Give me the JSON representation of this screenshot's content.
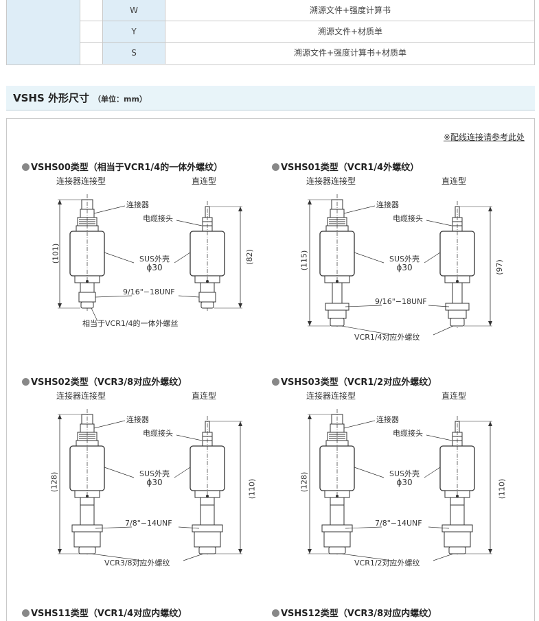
{
  "top_table": {
    "rows": [
      {
        "code": "W",
        "desc": "溯源文件+强度计算书"
      },
      {
        "code": "Y",
        "desc": "溯源文件+材质单"
      },
      {
        "code": "S",
        "desc": "溯源文件+强度计算书+材质单"
      }
    ]
  },
  "section": {
    "title": "VSHS 外形尺寸",
    "unit": "（单位：mm）"
  },
  "ref_link": "※配线连接请参考此处",
  "common": {
    "connector_type": "连接器连接型",
    "direct_type": "直连型",
    "label_connector": "连接器",
    "label_cable": "电缆接头",
    "label_shell": "SUS外壳",
    "label_dia": "ϕ30"
  },
  "blocks": [
    {
      "title": "VSHS00类型（相当于VCR1/4的一体外螺纹）",
      "thread": "9/16\"−18UNF",
      "bottom_label": "相当于VCR1/4的一体外螺丝",
      "dim_left": "(101)",
      "dim_right": "(82)"
    },
    {
      "title": "VSHS01类型（VCR1/4外螺纹）",
      "thread": "9/16\"−18UNF",
      "bottom_label": "VCR1/4对应外螺纹",
      "dim_left": "(115)",
      "dim_right": "(97)"
    },
    {
      "title": "VSHS02类型（VCR3/8对应外螺纹）",
      "thread": "7/8\"−14UNF",
      "bottom_label": "VCR3/8对应外螺纹",
      "dim_left": "(128)",
      "dim_right": "(110)"
    },
    {
      "title": "VSHS03类型（VCR1/2对应外螺纹）",
      "thread": "7/8\"−14UNF",
      "bottom_label": "VCR1/2对应外螺纹",
      "dim_left": "(128)",
      "dim_right": "(110)"
    }
  ],
  "footer_titles": [
    "VSHS11类型（VCR1/4对应内螺纹）",
    "VSHS12类型（VCR3/8对应内螺纹）"
  ]
}
